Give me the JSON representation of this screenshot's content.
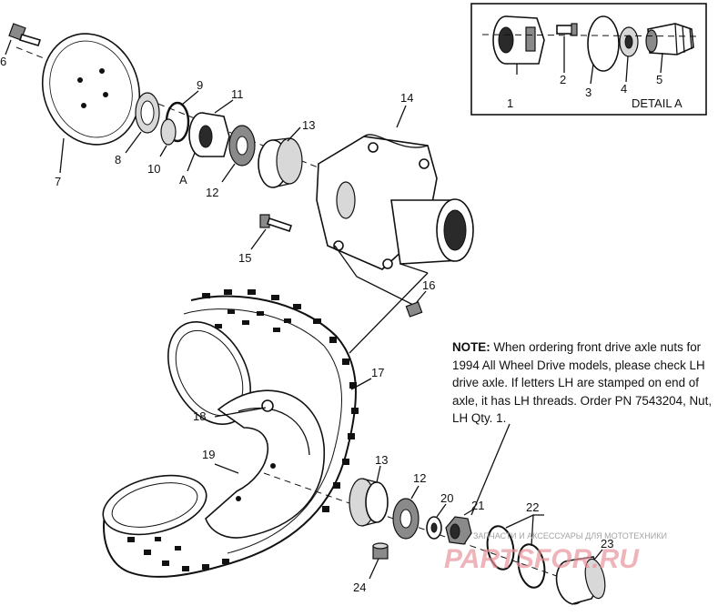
{
  "diagram": {
    "detail_label": "DETAIL A",
    "labels": {
      "p1": "1",
      "p2": "2",
      "p3": "3",
      "p4": "4",
      "p5": "5",
      "p6": "6",
      "p7": "7",
      "p8": "8",
      "p9": "9",
      "p10": "10",
      "p11": "11",
      "p12": "12",
      "p13": "13",
      "p14": "14",
      "p15": "15",
      "p16": "16",
      "p17": "17",
      "p18": "18",
      "p19": "19",
      "p20": "20",
      "p21": "21",
      "p22": "22",
      "p23": "23",
      "p24": "24",
      "p12b": "12",
      "p13b": "13",
      "a": "A"
    },
    "note": {
      "heading": "NOTE:",
      "body": "When ordering front drive axle nuts for 1994 All Wheel Drive models, please check LH drive axle.  If letters LH are stamped on end of axle, it has LH threads. Order PN 7543204, Nut, LH Qty. 1."
    }
  },
  "watermark": {
    "tagline": "ЗАПЧАСТИ И АКСЕССУАРЫ ДЛЯ МОТОТЕХНИКИ",
    "logo_text": "PARTSFOR.RU",
    "color": "#e8909a"
  }
}
